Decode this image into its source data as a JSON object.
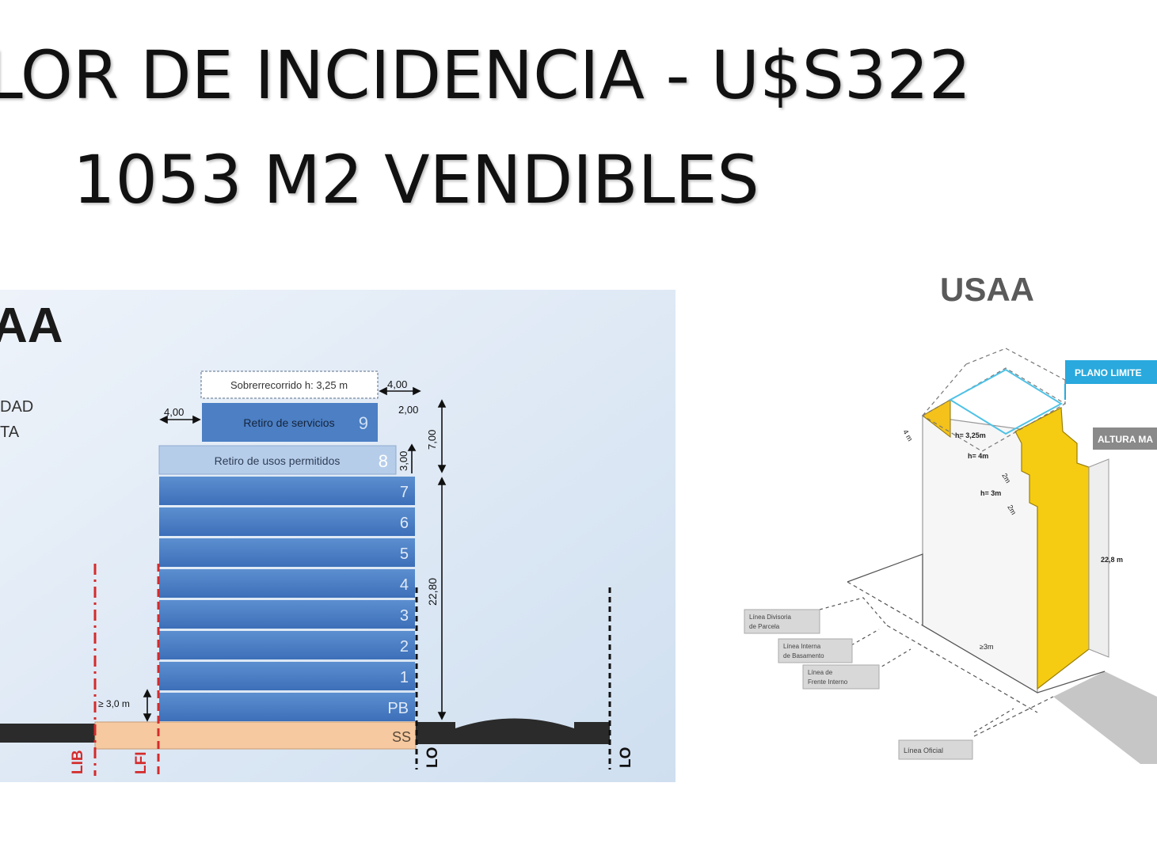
{
  "slide": {
    "title_line1": "LOR DE INCIDENCIA - U$S322",
    "title_line2": "1053 M2 VENDIBLES"
  },
  "left_diagram": {
    "heading": "AA",
    "side_note_1": "DAD",
    "side_note_2": "TA",
    "sobrerrecorrido": "Sobrerrecorrido h: 3,25 m",
    "retiro_servicios": "Retiro de servicios",
    "retiro_servicios_num": "9",
    "retiro_usos": "Retiro de usos permitidos",
    "retiro_usos_num": "8",
    "floors": [
      "7",
      "6",
      "5",
      "4",
      "3",
      "2",
      "1",
      "PB"
    ],
    "basement": "SS",
    "dim_top": "4,00",
    "dim_left": "4,00",
    "dim_200": "2,00",
    "dim_300": "3,00",
    "dim_700": "7,00",
    "dim_2280": "22,80",
    "dim_30": "≥ 3,0 m",
    "line_lib": "LIB",
    "line_lfi": "LFI",
    "line_lo1": "LO",
    "line_lo2": "LO"
  },
  "right_diagram": {
    "heading": "USAA",
    "plano_limite": "PLANO LIMITE",
    "altura_max": "ALTURA MA",
    "h_325": "h= 3,25m",
    "h_4": "h= 4m",
    "h_3": "h= 3m",
    "dim_4m": "4 m",
    "dim_2m_a": "2m",
    "dim_2m_b": "2m",
    "dim_228": "22,8 m",
    "dim_3m": "≥3m",
    "lbl_divisoria": [
      "Línea Divisoria",
      "de Parcela"
    ],
    "lbl_interna": [
      "Línea Interna",
      "de Basamento"
    ],
    "lbl_frente": [
      "Línea de",
      "Frente Interno"
    ],
    "lbl_oficial": "Línea Oficial"
  }
}
